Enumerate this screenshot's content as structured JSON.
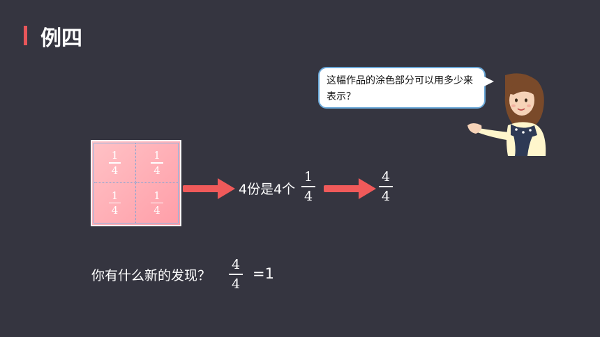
{
  "slide": {
    "title": "例四",
    "accent_color": "#e8565a",
    "background_color": "#353540"
  },
  "bubble": {
    "text": "这幅作品的涂色部分可以用多少来表示？"
  },
  "grid": {
    "cells": [
      {
        "numerator": "1",
        "denominator": "4"
      },
      {
        "numerator": "1",
        "denominator": "4"
      },
      {
        "numerator": "1",
        "denominator": "4"
      },
      {
        "numerator": "1",
        "denominator": "4"
      }
    ]
  },
  "step1": {
    "text": "4份是4个",
    "numerator": "1",
    "denominator": "4"
  },
  "step2": {
    "numerator": "4",
    "denominator": "4"
  },
  "question": {
    "text": "你有什么新的发现？",
    "numerator": "4",
    "denominator": "4",
    "equals": "=1"
  }
}
